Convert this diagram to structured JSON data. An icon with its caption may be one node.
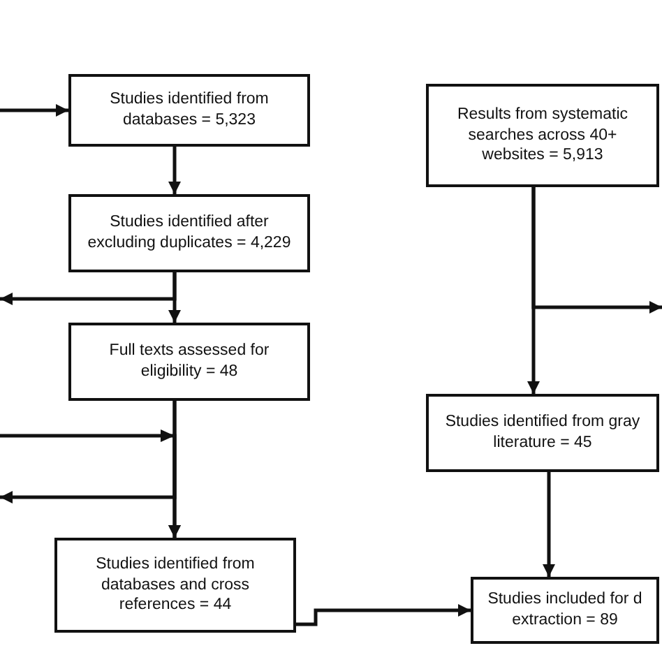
{
  "diagram": {
    "nodes": [
      {
        "text": [
          "Studies identified from databases = 5,323"
        ]
      },
      {
        "text": [
          "Studies identified after excluding duplicates = 4,229"
        ]
      },
      {
        "text": [
          "Full texts assessed for eligibility = 48"
        ]
      },
      {
        "text": [
          "Results from systematic searches across 40+ websites = 5,913"
        ]
      },
      {
        "text": [
          "Studies identified from databases and cross references = 44"
        ]
      },
      {
        "text": [
          "Studies identified from gray literature = 45"
        ]
      },
      {
        "text": [
          "Studies included for d extraction = 89"
        ]
      }
    ],
    "edges": [
      {
        "from": null,
        "to": 0,
        "arrow": "to"
      },
      {
        "from": 0,
        "to": 1,
        "arrow": "to"
      },
      {
        "from": 1,
        "to": 2,
        "arrow": "to"
      },
      {
        "from": 1,
        "to": null,
        "arrow": "to"
      },
      {
        "from": 2,
        "to": 4,
        "arrow": "to"
      },
      {
        "from": null,
        "to": 4,
        "arrow": "to"
      },
      {
        "from": 2,
        "to": null,
        "arrow": "to"
      },
      {
        "from": 3,
        "to": 5,
        "arrow": "to"
      },
      {
        "from": 3,
        "to": null,
        "arrow": "to"
      },
      {
        "from": 5,
        "to": 6,
        "arrow": "to"
      },
      {
        "from": 4,
        "to": 6,
        "arrow": "to"
      }
    ]
  }
}
